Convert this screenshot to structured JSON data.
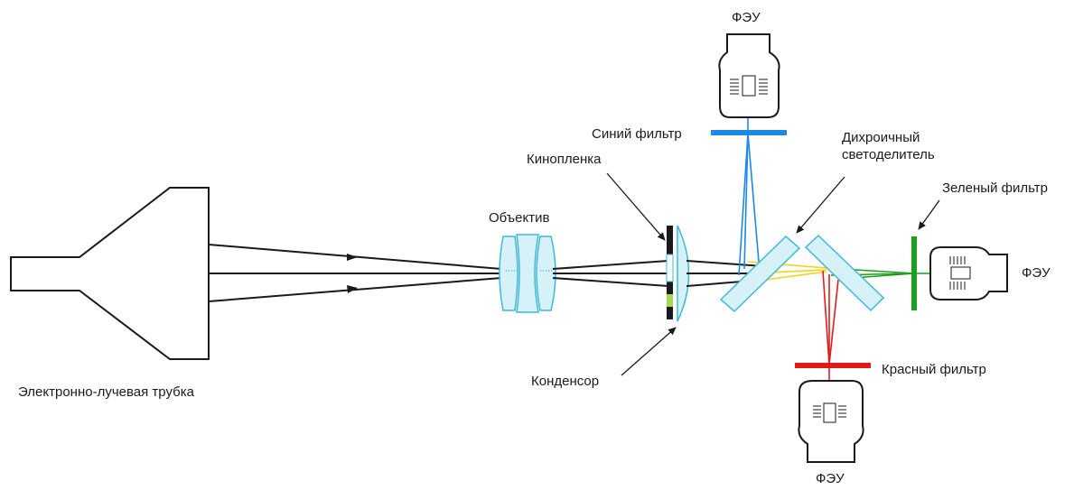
{
  "labels": {
    "crt": "Электронно-лучевая трубка",
    "objective": "Объектив",
    "film": "Кинопленка",
    "condenser": "Конденсор",
    "blue_filter": "Синий фильтр",
    "dichroic_line1": "Дихроичный",
    "dichroic_line2": "светоделитель",
    "green_filter": "Зеленый фильтр",
    "red_filter": "Красный фильтр",
    "pmt_top": "ФЭУ",
    "pmt_right": "ФЭУ",
    "pmt_bottom": "ФЭУ"
  },
  "colors": {
    "outline": "#1a1a1a",
    "glass_fill": "#d6f1f8",
    "glass_stroke": "#3fb8d8",
    "blue": "#1e88e5",
    "green": "#1aa01a",
    "red": "#e01b1b",
    "yellow": "#f2d21a",
    "film_frame": "#a8d65a"
  },
  "icons": {
    "pmt": "photomultiplier-icon",
    "arrow": "arrowhead-icon"
  }
}
